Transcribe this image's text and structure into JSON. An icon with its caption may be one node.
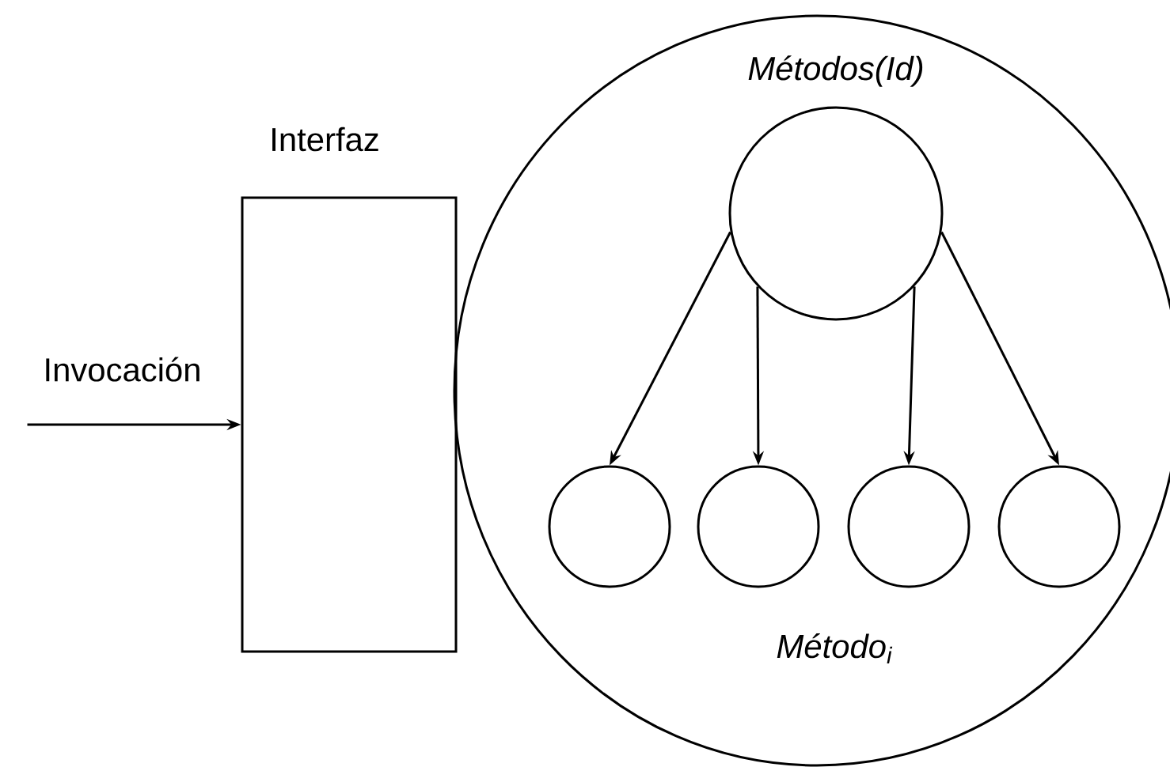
{
  "diagram": {
    "nodes": [
      {
        "text": [
          "Interfaz"
        ]
      },
      {
        "text": [
          "Método$_{i}$"
        ]
      },
      {
        "text": [
          "Métodos(Id)"
        ],
        "in": 1
      },
      {
        "text": [],
        "shape": "circle",
        "in": 1
      },
      {
        "text": [],
        "shape": "circle",
        "in": 1
      },
      {
        "text": [],
        "shape": "circle",
        "in": 1
      },
      {
        "text": [],
        "shape": "circle",
        "in": 1
      }
    ],
    "edges": [
      {
        "from": null,
        "to": 0,
        "arrow": "to",
        "label": "Invocación"
      },
      {
        "from": 2,
        "to": 3,
        "arrow": "to"
      },
      {
        "from": 2,
        "to": 4,
        "arrow": "to"
      },
      {
        "from": 2,
        "to": 5,
        "arrow": "to"
      },
      {
        "from": 2,
        "to": 6,
        "arrow": "to"
      }
    ]
  }
}
